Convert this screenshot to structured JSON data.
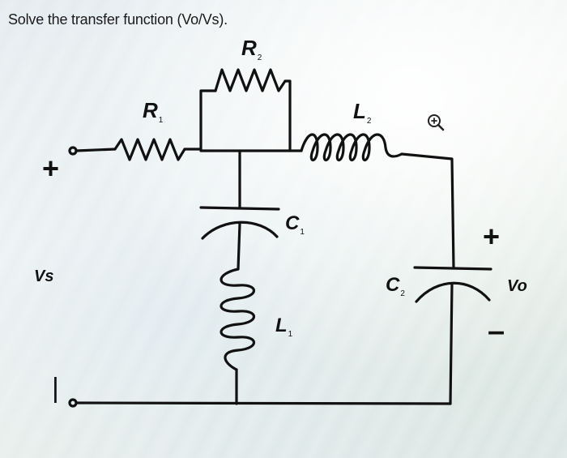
{
  "header": {
    "title": "Solve the transfer function (Vo/Vs)."
  },
  "components": {
    "r1": {
      "letter": "R",
      "sub": "1"
    },
    "r2": {
      "letter": "R",
      "sub": "2"
    },
    "l1": {
      "letter": "L",
      "sub": "1"
    },
    "l2": {
      "letter": "L",
      "sub": "2"
    },
    "c1": {
      "letter": "C",
      "sub": "1"
    },
    "c2": {
      "letter": "C",
      "sub": "2"
    }
  },
  "terminals": {
    "input_plus": "+",
    "input_minus": "|",
    "input_label": "Vs",
    "output_plus": "+",
    "output_minus": "–",
    "output_label": "Vo"
  },
  "icons": {
    "zoom": "zoom-in-icon"
  }
}
